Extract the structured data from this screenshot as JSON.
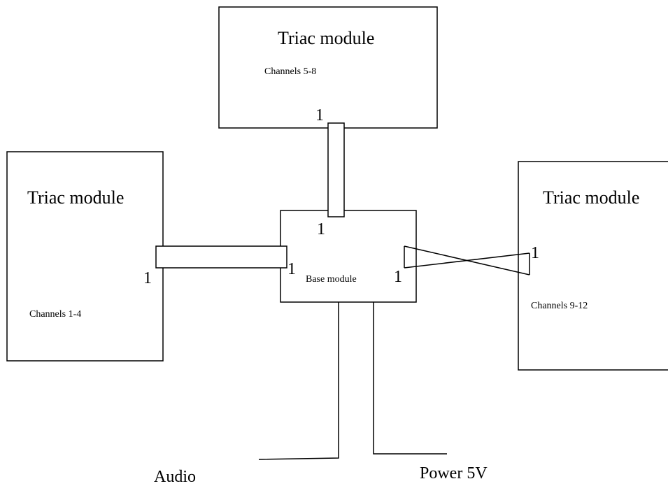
{
  "modules": {
    "top": {
      "title": "Triac module",
      "channels": "Channels 5-8"
    },
    "left": {
      "title": "Triac module",
      "channels": "Channels 1-4"
    },
    "right": {
      "title": "Triac module",
      "channels": "Channels 9-12"
    },
    "base": {
      "title": "Base module"
    }
  },
  "pins": {
    "top_module_pin": "1",
    "base_top_pin": "1",
    "left_module_pin": "1",
    "base_left_pin": "1",
    "base_right_pin": "1",
    "right_module_pin": "1"
  },
  "wires": {
    "audio": "Audio",
    "power": "Power 5V"
  }
}
